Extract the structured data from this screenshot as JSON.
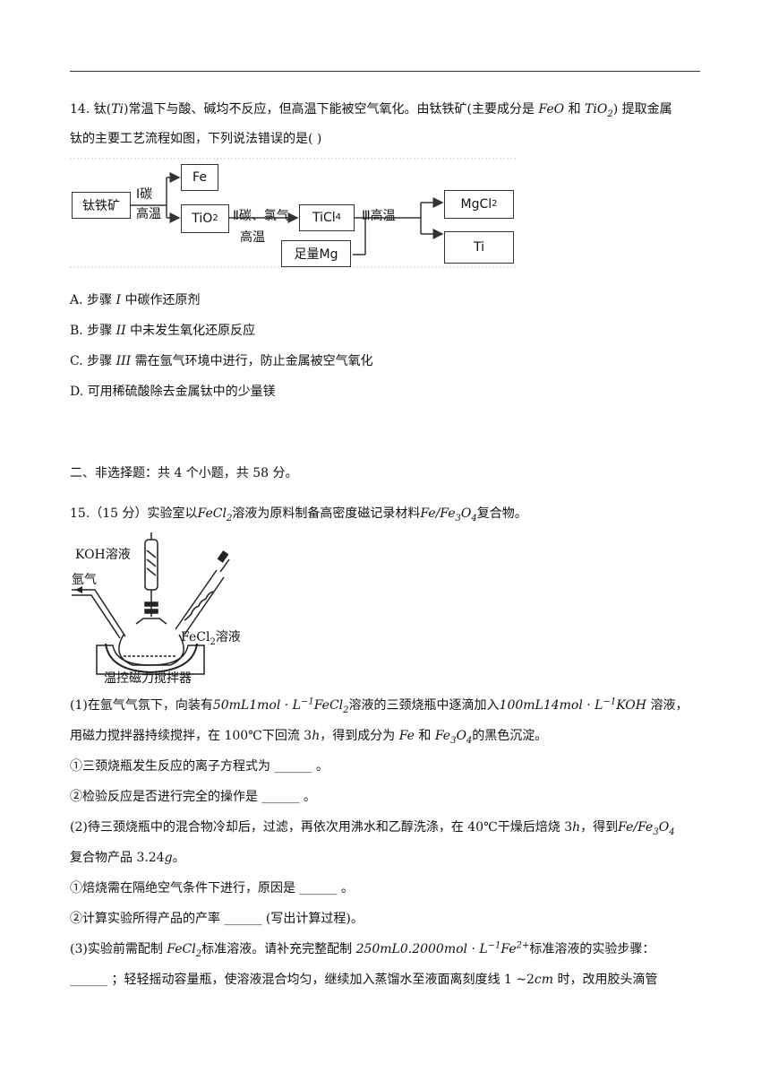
{
  "q14": {
    "number": "14.",
    "line1_a": "钛(",
    "line1_ti": "Ti",
    "line1_b": ")常温下与酸、碱均不反应，但高温下能被空气氧化。由钛铁矿(主要成分是",
    "line1_feo": "FeO",
    "line1_and": "和",
    "line1_tio2": "TiO",
    "line1_tio2_sub": "2",
    "line1_c": ") 提取金属",
    "line2": "钛的主要工艺流程如图，下列说法错误的是(    )",
    "flow": {
      "ore": "钛铁矿",
      "step1_top": "Ⅰ碳",
      "step1_bottom": "高温",
      "fe": "Fe",
      "tio2": "TiO",
      "tio2_sub": "2",
      "step2_top": "Ⅱ碳、氯气",
      "step2_bottom": "高温",
      "ticl4": "TiCl",
      "ticl4_sub": "4",
      "mg": "足量Mg",
      "step3": "Ⅲ高温",
      "mgcl2": "MgCl",
      "mgcl2_sub": "2",
      "ti": "Ti"
    },
    "options": {
      "a_pre": "A. 步骤",
      "a_step": "I",
      "a_post": "中碳作还原剂",
      "b_pre": "B. 步骤",
      "b_step": "II",
      "b_post": "中未发生氧化还原反应",
      "c_pre": "C. 步骤",
      "c_step": "III",
      "c_post": "需在氩气环境中进行，防止金属被空气氧化",
      "d": "D. 可用稀硫酸除去金属钛中的少量镁"
    }
  },
  "section2": "二、非选择题：共 4 个小题，共 58 分。",
  "q15": {
    "intro_a": "15.（15 分）实验室以",
    "intro_fecl2": "FeCl",
    "intro_fecl2_sub": "2",
    "intro_b": "溶液为原料制备高密度磁记录材料",
    "intro_prod": "Fe/Fe",
    "intro_prod_sub3": "3",
    "intro_prod_o": "O",
    "intro_prod_sub4": "4",
    "intro_c": "复合物。",
    "apparatus": {
      "koh": "KOH溶液",
      "ar": "氩气",
      "fecl2": "FeCl",
      "fecl2_sub": "2",
      "fecl2_post": "溶液",
      "stirrer": "温控磁力搅拌器"
    },
    "p1_line1_a": "(1)在氩气气氛下，向装有",
    "p1_line1_b": "50mL1mol · L",
    "p1_line1_exp": "−1",
    "p1_line1_c": "FeCl",
    "p1_line1_c_sub": "2",
    "p1_line1_d": "溶液的三颈烧瓶中逐滴加入",
    "p1_line1_e": "100mL14mol · L",
    "p1_line1_e_exp": "−1",
    "p1_line1_koh": "KOH",
    "p1_line1_f": "溶液，",
    "p1_line2_a": "用磁力搅拌器持续搅拌，在 100℃下回流 3",
    "p1_line2_h": "h",
    "p1_line2_b": "，得到成分为",
    "p1_line2_fe": "Fe",
    "p1_line2_and": "和",
    "p1_line2_fe3o4": "Fe",
    "p1_line2_sub3": "3",
    "p1_line2_o": "O",
    "p1_line2_sub4": "4",
    "p1_line2_c": "的黑色沉淀。",
    "p1_q1": "①三颈烧瓶发生反应的离子方程式为 ______ 。",
    "p1_q2": "②检验反应是否进行完全的操作是 ______ 。",
    "p2_line1_a": "(2)待三颈烧瓶中的混合物冷却后，过滤，再依次用沸水和乙醇洗涤，在 40℃干燥后焙烧 3",
    "p2_line1_h": "h",
    "p2_line1_b": "，得到",
    "p2_line1_prod": "Fe/Fe",
    "p2_line1_sub3": "3",
    "p2_line1_o": "O",
    "p2_line1_sub4": "4",
    "p2_line2_a": "复合物产品 3.24",
    "p2_line2_g": "g",
    "p2_line2_b": "。",
    "p2_q1": "①焙烧需在隔绝空气条件下进行，原因是 ______ 。",
    "p2_q2": "②计算实验所得产品的产率 ______ (写出计算过程)。",
    "p3_line1_a": "(3)实验前需配制",
    "p3_line1_fecl2": "FeCl",
    "p3_line1_sub": "2",
    "p3_line1_b": "标准溶液。请补充完整配制",
    "p3_line1_c": "250mL0.2000mol · L",
    "p3_line1_exp": "−1",
    "p3_line1_fe": "Fe",
    "p3_line1_fe_sup": "2+",
    "p3_line1_d": "标准溶液的实验步骤：",
    "p3_line2_a": "______ ；轻轻摇动容量瓶，使溶液混合均匀，继续加入蒸馏水至液面离刻度线 1 ~2",
    "p3_line2_cm": "cm",
    "p3_line2_b": "时，改用胶头滴管"
  }
}
